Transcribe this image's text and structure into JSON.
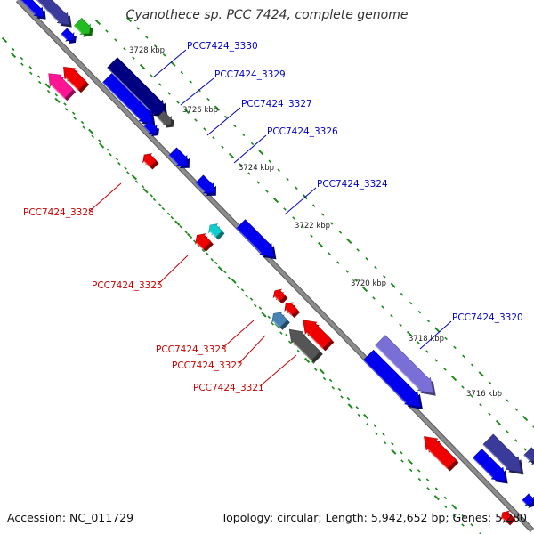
{
  "title": "Cyanothece sp. PCC 7424, complete genome",
  "footer": {
    "accession": "Accession: NC_011729",
    "summary": "Topology: circular; Length: 5,942,652 bp; Genes: 5,280"
  },
  "colors": {
    "backbone": "#8c8c8c",
    "tick": "#1a8a1a",
    "forward_label": "#0000cc",
    "reverse_label": "#cc0000",
    "kbp_label": "#222222"
  },
  "kbp_ticks": [
    "3728 kbp",
    "3726 kbp",
    "3724 kbp",
    "3722 kbp",
    "3720 kbp",
    "3718 kbp",
    "3716 kbp"
  ],
  "gene_labels": {
    "forward": [
      "PCC7424_3330",
      "PCC7424_3329",
      "PCC7424_3327",
      "PCC7424_3326",
      "PCC7424_3324",
      "PCC7424_3320"
    ],
    "reverse": [
      "PCC7424_3328",
      "PCC7424_3325",
      "PCC7424_3323",
      "PCC7424_3322",
      "PCC7424_3321"
    ]
  },
  "genes": [
    {
      "color": "#3a3a9a",
      "strand": "forward"
    },
    {
      "color": "#0000ee",
      "strand": "forward"
    },
    {
      "color": "#22bb22",
      "strand": "forward"
    },
    {
      "color": "#0000ee",
      "strand": "forward"
    },
    {
      "color": "#000080",
      "strand": "forward"
    },
    {
      "color": "#0000ee",
      "strand": "forward"
    },
    {
      "color": "#555555",
      "strand": "forward"
    },
    {
      "color": "#0000ee",
      "strand": "forward"
    },
    {
      "color": "#0000ee",
      "strand": "forward"
    },
    {
      "color": "#0000ee",
      "strand": "forward"
    },
    {
      "color": "#0000ee",
      "strand": "forward"
    },
    {
      "color": "#7a6fd6",
      "strand": "forward"
    },
    {
      "color": "#0000ee",
      "strand": "forward"
    },
    {
      "color": "#3a3a9a",
      "strand": "forward"
    },
    {
      "color": "#0000ee",
      "strand": "forward"
    },
    {
      "color": "#3a3a9a",
      "strand": "forward"
    },
    {
      "color": "#0000ee",
      "strand": "forward"
    },
    {
      "color": "#ff1493",
      "strand": "reverse"
    },
    {
      "color": "#ee0000",
      "strand": "reverse"
    },
    {
      "color": "#ee0000",
      "strand": "reverse"
    },
    {
      "color": "#11cccc",
      "strand": "reverse"
    },
    {
      "color": "#ee0000",
      "strand": "reverse"
    },
    {
      "color": "#ee0000",
      "strand": "reverse"
    },
    {
      "color": "#ee0000",
      "strand": "reverse"
    },
    {
      "color": "#4682b4",
      "strand": "reverse"
    },
    {
      "color": "#ee0000",
      "strand": "reverse"
    },
    {
      "color": "#555555",
      "strand": "reverse"
    },
    {
      "color": "#ee0000",
      "strand": "reverse"
    },
    {
      "color": "#ee0000",
      "strand": "reverse"
    }
  ]
}
